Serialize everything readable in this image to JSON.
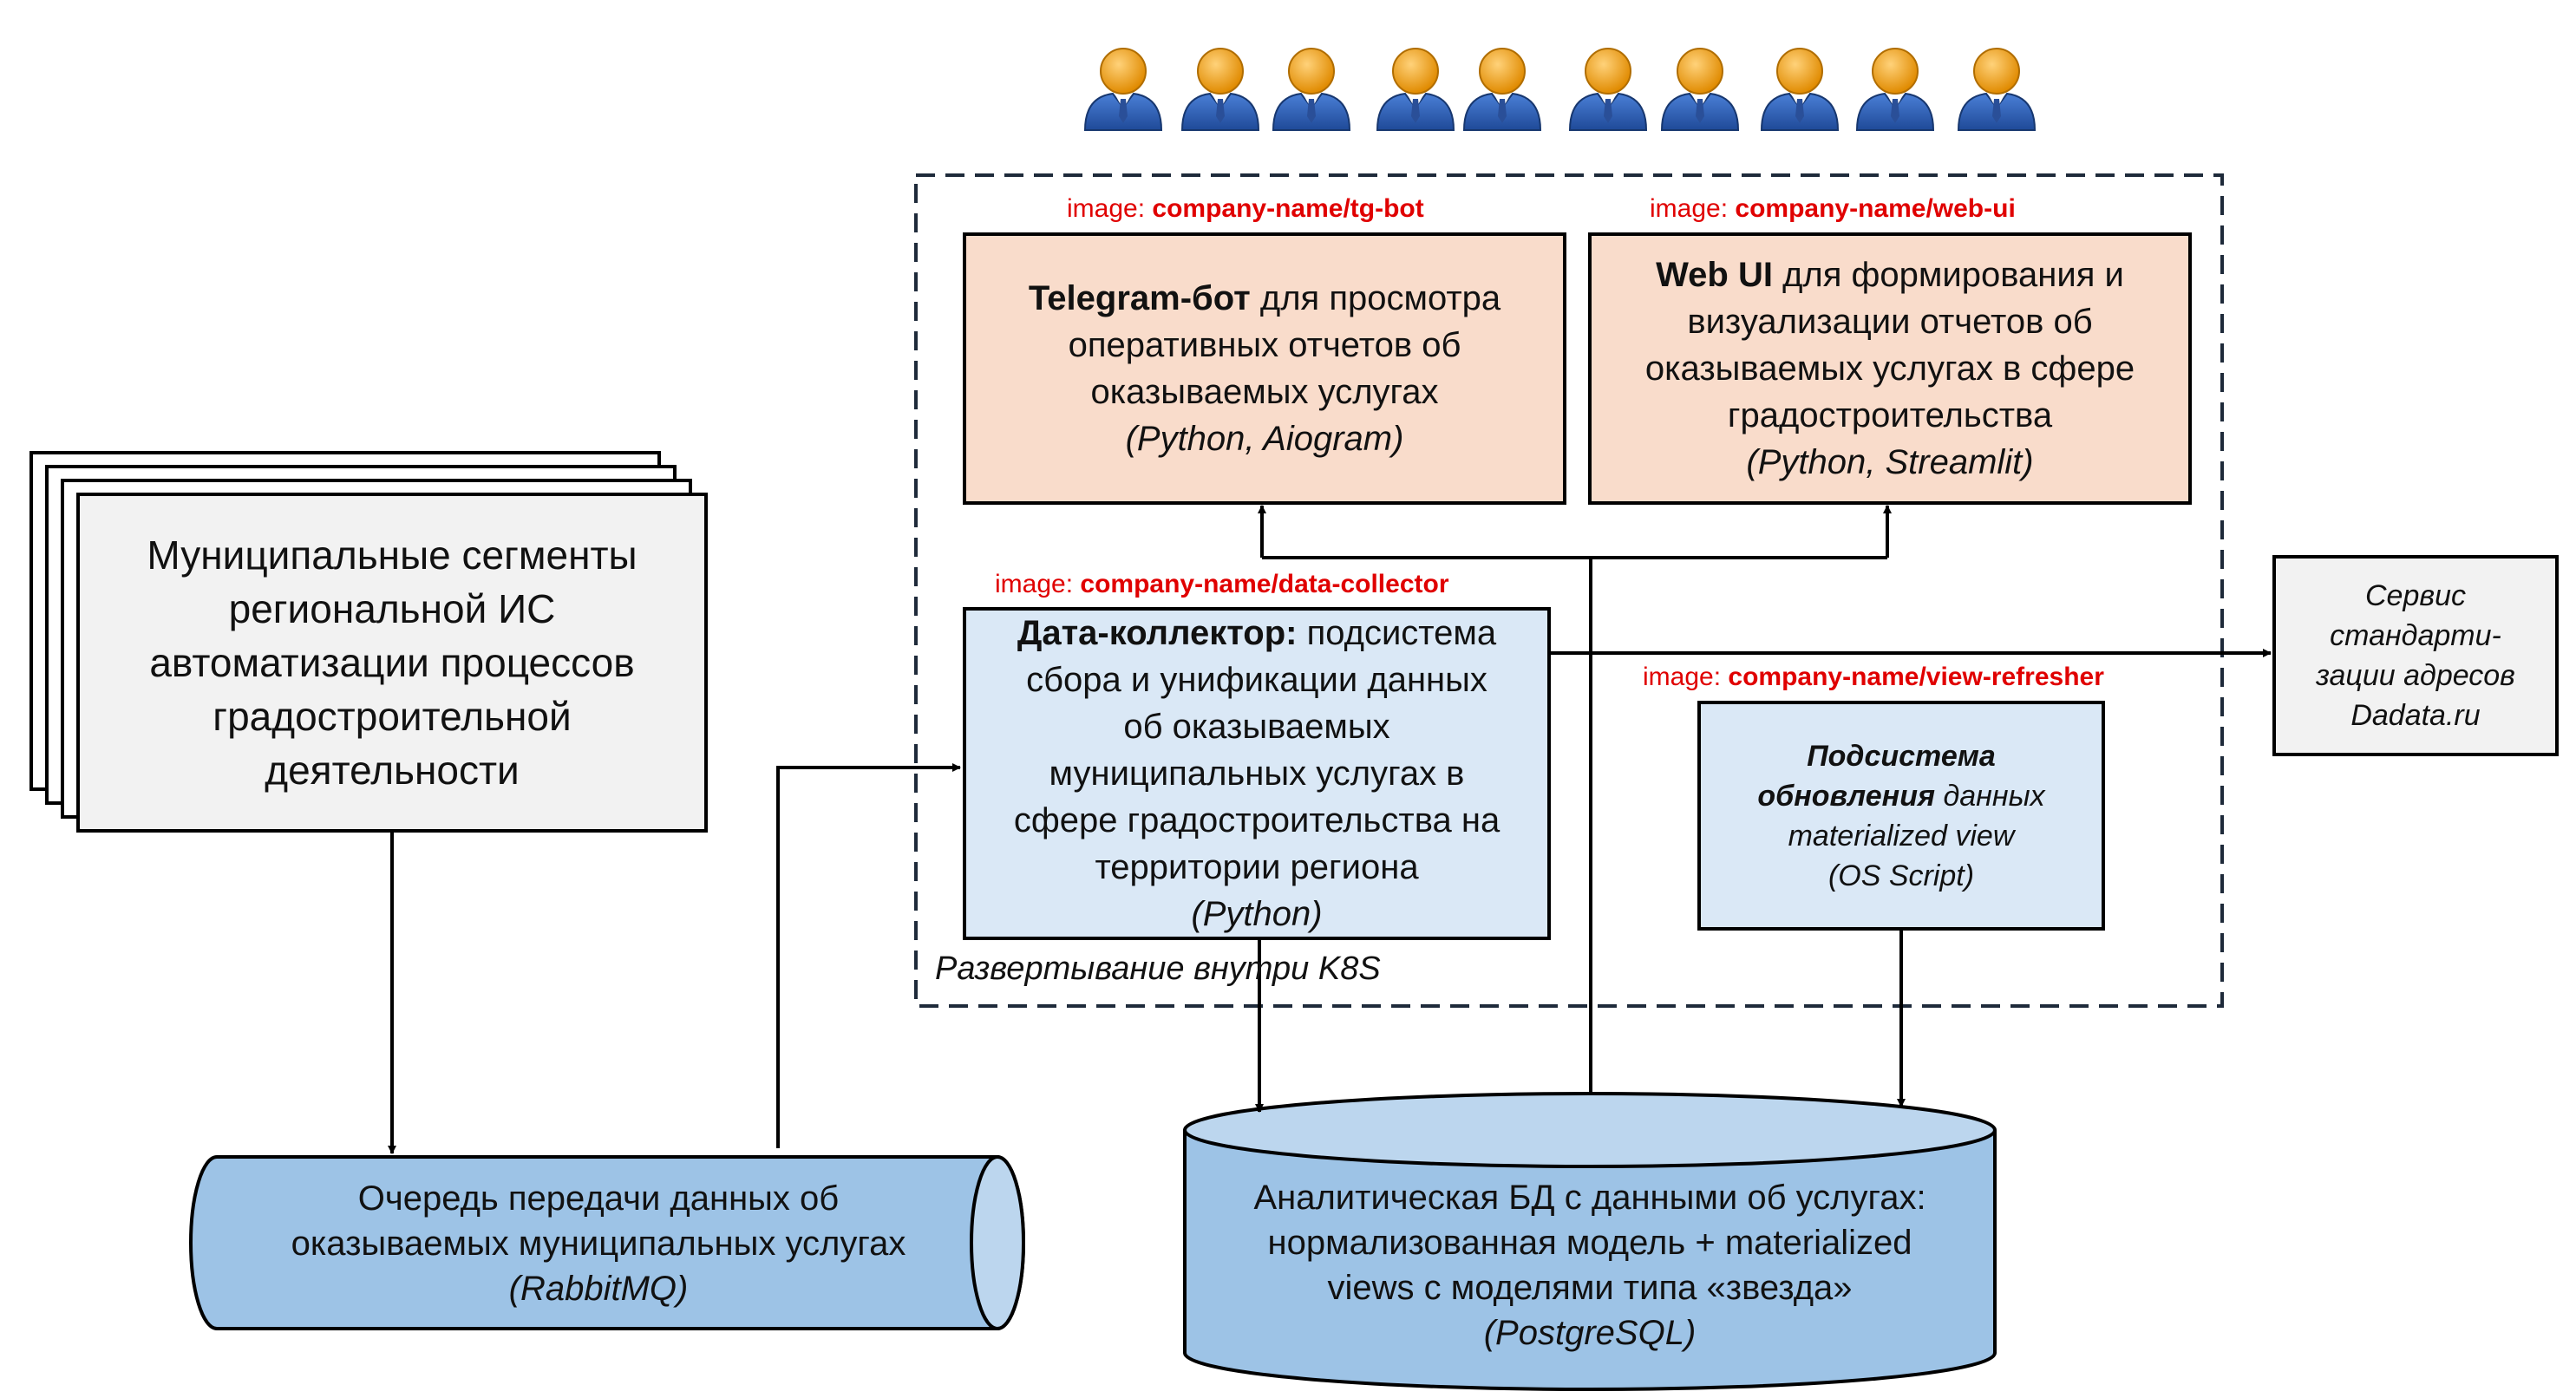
{
  "colors": {
    "peach": "#f9dccb",
    "lightblue": "#dae8f6",
    "gray": "#f2f2f2",
    "cylinder": "#9dc3e6",
    "red": "#e00000",
    "user_head": "#f2a21a",
    "user_body": "#2e62b8"
  },
  "user_icons": [
    "user-icon",
    "user-icon",
    "user-icon",
    "user-icon",
    "user-icon",
    "user-icon",
    "user-icon",
    "user-icon",
    "user-icon",
    "user-icon"
  ],
  "image_labels": {
    "prefix": "image: ",
    "tg_bot": "company-name/tg-bot",
    "web_ui": "company-name/web-ui",
    "data_collector": "company-name/data-collector",
    "view_refresher": "company-name/view-refresher"
  },
  "telegram": {
    "bold": "Telegram-бот",
    "line1_rest": " для просмотра",
    "line2": "оперативных отчетов об",
    "line3": "оказываемых услугах",
    "tech": "(Python, Aiogram)"
  },
  "webui": {
    "bold": "Web UI",
    "line1_rest": " для формирования и",
    "line2": "визуализации отчетов об",
    "line3": "оказываемых услугах в сфере",
    "line4": "градостроительства",
    "tech": "(Python, Streamlit)"
  },
  "collector": {
    "bold": "Дата-коллектор:",
    "line1_rest": " подсистема",
    "line2": "сбора и унификации данных",
    "line3": "об оказываемых",
    "line4": "муниципальных услугах в",
    "line5": "сфере градостроительства на",
    "line6": "территории региона",
    "tech": "(Python)"
  },
  "refresher": {
    "line1": "Подсистема",
    "line2_bold": "обновления",
    "line2_rest": " данных",
    "line3": "materialized view",
    "tech": "(OS Script)"
  },
  "dadata": {
    "line1": "Сервис",
    "line2": "стандарти-",
    "line3": "зации адресов",
    "line4": "Dadata.ru"
  },
  "municipal": {
    "line1": "Муниципальные сегменты",
    "line2": "региональной ИС",
    "line3": "автоматизации процессов",
    "line4": "градостроительной",
    "line5": "деятельности"
  },
  "k8s_label": "Развертывание внутри K8S",
  "queue": {
    "line1": "Очередь передачи данных об",
    "line2": "оказываемых муниципальных услугах",
    "tech": "(RabbitMQ)"
  },
  "db": {
    "line1": "Аналитическая БД с данными об услугах:",
    "line2": "нормализованная модель  + materialized",
    "line3": "views с моделями типа «звезда»",
    "tech": "(PostgreSQL)"
  }
}
